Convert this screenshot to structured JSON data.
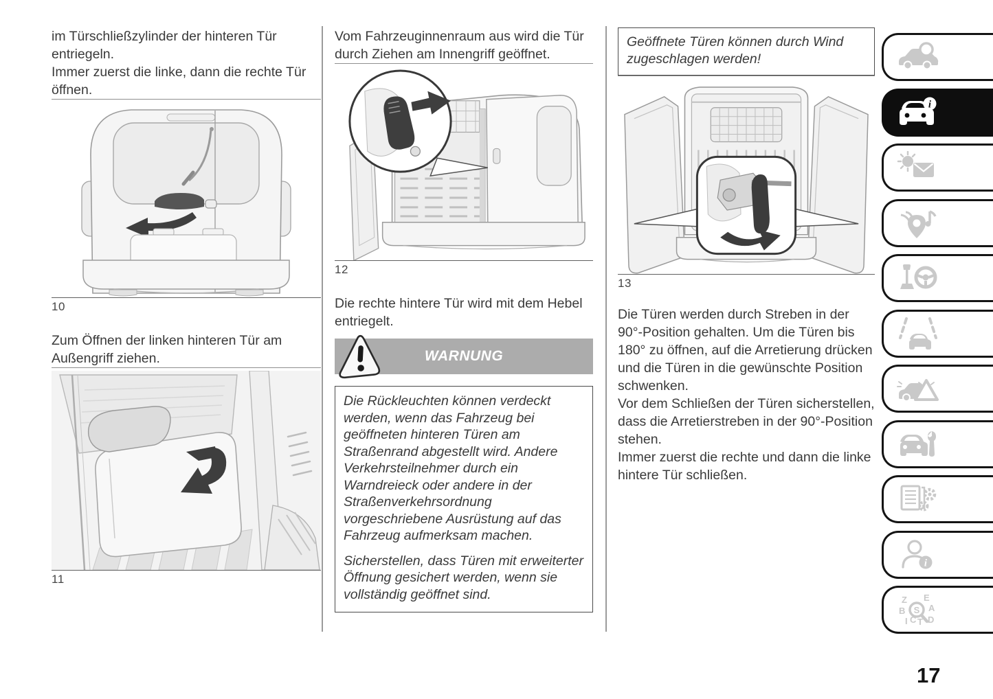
{
  "document": {
    "type": "owner-manual-page",
    "page_number": "17",
    "language": "de"
  },
  "left_column": {
    "intro_line1": "im Türschließzylinder der hinteren Tür entriegeln.",
    "intro_line2": "Immer zuerst die linke, dann die rechte Tür öffnen.",
    "figure_rear_view": {
      "caption": "10",
      "alt": "rear view of van with closed rear doors, handle and pull arrow"
    },
    "open_left_door_text": "Zum Öffnen der linken hinteren Tür am Außengriff ziehen.",
    "figure_inner_door": {
      "caption": "11",
      "alt": "inner panel of open left rear door with rotation arrow"
    }
  },
  "middle_column": {
    "inner_handle_text": "Vom Fahrzeuginnenraum aus wird die Tür durch Ziehen am Innengriff geöffnet.",
    "figure_open_door": {
      "caption": "12",
      "alt": "van with left rear door open and magnified release lever"
    },
    "lever_text": "Die rechte hintere Tür wird mit dem Hebel entriegelt.",
    "warning": {
      "title": "WARNUNG",
      "paragraph1": "Die Rückleuchten können verdeckt werden, wenn das Fahrzeug bei geöffneten hinteren Türen am Straßenrand abgestellt wird. Andere Verkehrsteilnehmer durch ein Warndreieck oder andere in der Straßenverkehrsordnung vorgeschriebene Ausrüstung auf das Fahrzeug aufmerksam machen.",
      "paragraph2": "Sicherstellen, dass Türen mit erweiterter Öffnung gesichert werden, wenn sie vollständig geöffnet sind."
    }
  },
  "right_column": {
    "wind_note": "Geöffnete Türen können durch Wind zugeschlagen werden!",
    "figure_doors_open": {
      "caption": "13",
      "alt": "van with both rear doors open and magnified locking strut"
    },
    "struts_text_1": "Die Türen werden durch Streben in der 90°-Position gehalten. Um die Türen bis 180° zu öffnen, auf die Arretierung drücken und die Türen in die gewünschte Position schwenken.",
    "struts_text_2": "Vor dem Schließen der Türen sicherstellen, dass die Arretierstreben in der 90°-Position stehen.",
    "struts_text_3": "Immer zuerst die rechte und dann die linke hintere Tür schließen."
  },
  "sidebar": {
    "tabs": [
      {
        "icon": "car-search-icon",
        "active": false
      },
      {
        "icon": "car-info-icon",
        "active": true
      },
      {
        "icon": "warning-lights-message-icon",
        "active": false
      },
      {
        "icon": "navigation-media-icon",
        "active": false
      },
      {
        "icon": "gearshift-steering-icon",
        "active": false
      },
      {
        "icon": "driving-lane-icon",
        "active": false
      },
      {
        "icon": "emergency-triangle-icon",
        "active": false
      },
      {
        "icon": "car-service-icon",
        "active": false
      },
      {
        "icon": "technical-data-icon",
        "active": false
      },
      {
        "icon": "customer-info-icon",
        "active": false
      },
      {
        "icon": "index-search-icon",
        "active": false
      }
    ]
  },
  "colors": {
    "warning_banner_bg": "#ACACAC",
    "warning_banner_text": "#FFFFFF",
    "active_tab_bg": "#0E0E0E",
    "inactive_icon": "#C9C9C9",
    "body_text": "#3A3A3A"
  }
}
